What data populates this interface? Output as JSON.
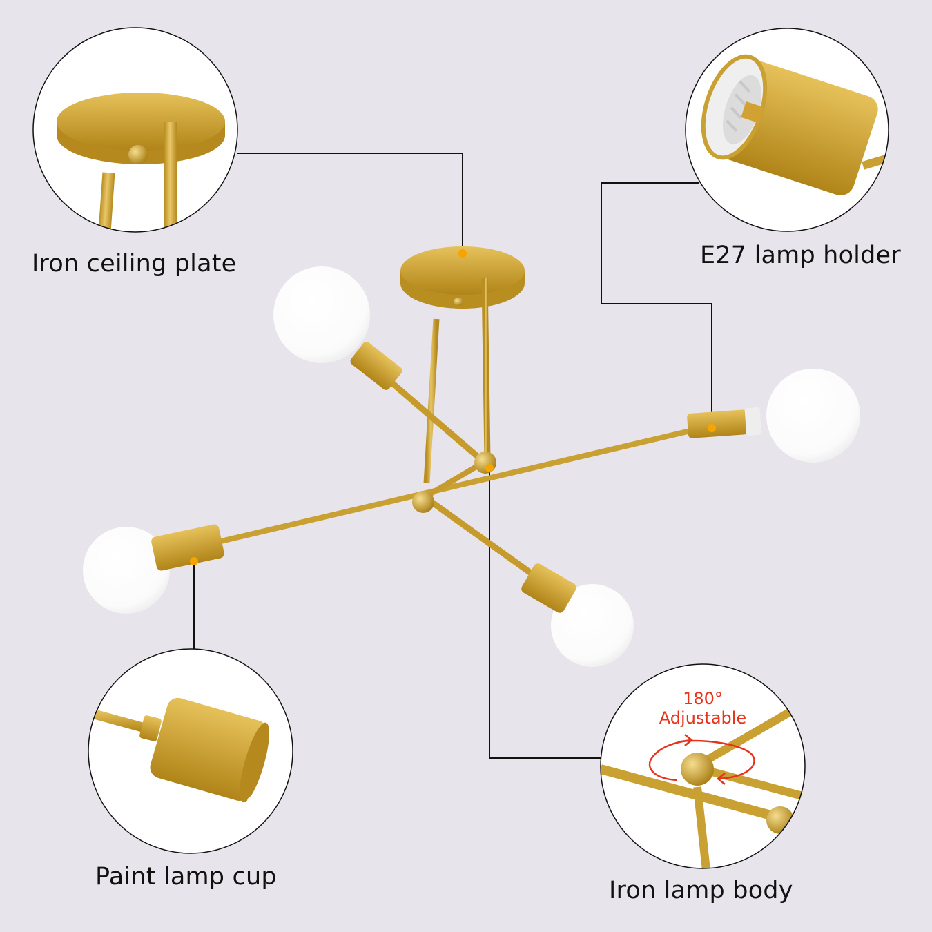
{
  "colors": {
    "background": "#e8e4ec",
    "brass": "#d2a93a",
    "marker": "#f5a400",
    "leader_line": "#111111",
    "adjust_note": "#e8321c"
  },
  "callouts": {
    "ceiling_plate": {
      "label": "Iron ceiling plate"
    },
    "lamp_holder": {
      "label": "E27 lamp holder"
    },
    "lamp_cup": {
      "label": "Paint lamp cup"
    },
    "lamp_body": {
      "label": "Iron lamp body",
      "note_line1": "180°",
      "note_line2": "Adjustable"
    }
  }
}
